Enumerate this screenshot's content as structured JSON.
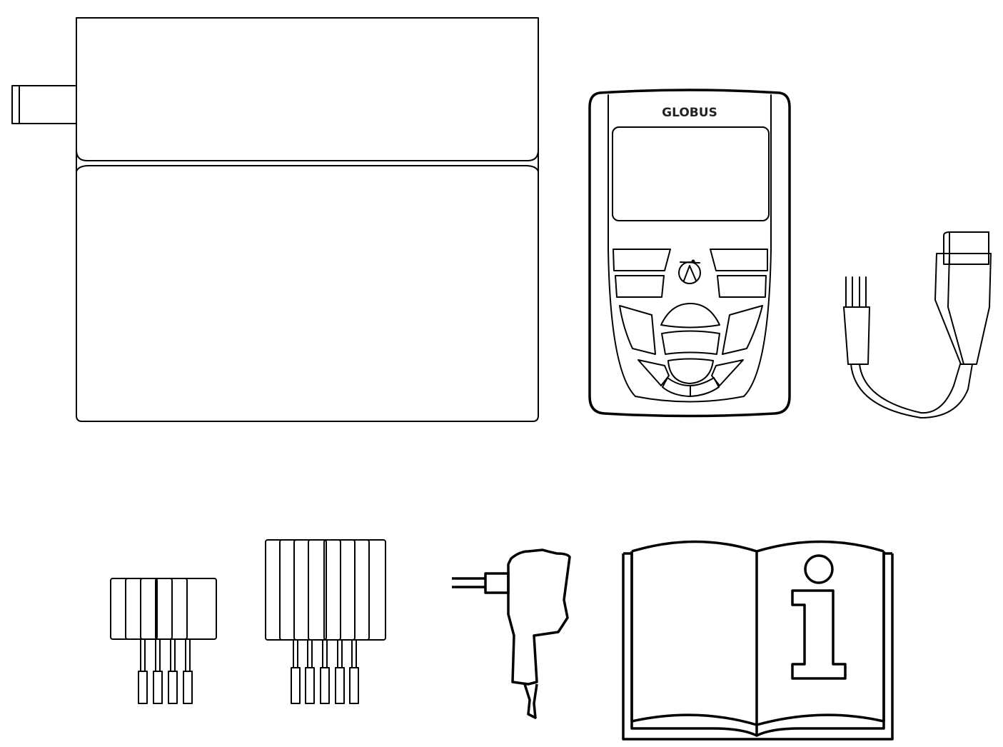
{
  "device": {
    "brand_label": "GLOBUS"
  },
  "colors": {
    "stroke": "#000000",
    "background": "#ffffff"
  },
  "items": [
    {
      "name": "carry-pouch"
    },
    {
      "name": "stimulator-device"
    },
    {
      "name": "electrode-cable"
    },
    {
      "name": "small-electrodes",
      "count": 4
    },
    {
      "name": "large-electrodes",
      "count": 5
    },
    {
      "name": "power-adapter"
    },
    {
      "name": "instruction-manual"
    }
  ]
}
